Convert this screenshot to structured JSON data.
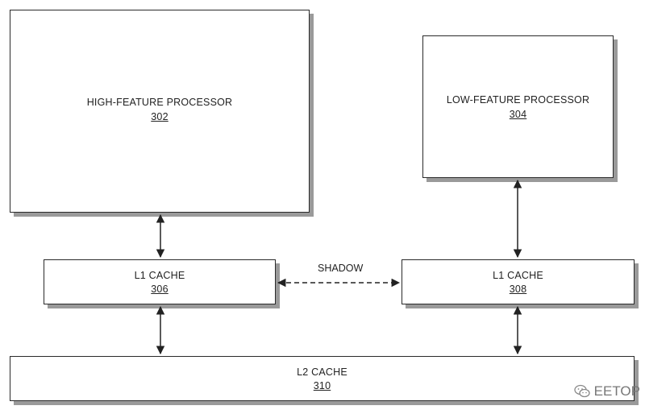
{
  "blocks": {
    "high_processor": {
      "name": "HIGH-FEATURE PROCESSOR",
      "ref": "302"
    },
    "low_processor": {
      "name": "LOW-FEATURE PROCESSOR",
      "ref": "304"
    },
    "l1_cache_left": {
      "name": "L1 CACHE",
      "ref": "306"
    },
    "l1_cache_right": {
      "name": "L1 CACHE",
      "ref": "308"
    },
    "l2_cache": {
      "name": "L2 CACHE",
      "ref": "310"
    }
  },
  "connections": {
    "shadow_label": "SHADOW"
  },
  "watermark": {
    "text": "EETOP",
    "icon": "wechat-icon"
  }
}
